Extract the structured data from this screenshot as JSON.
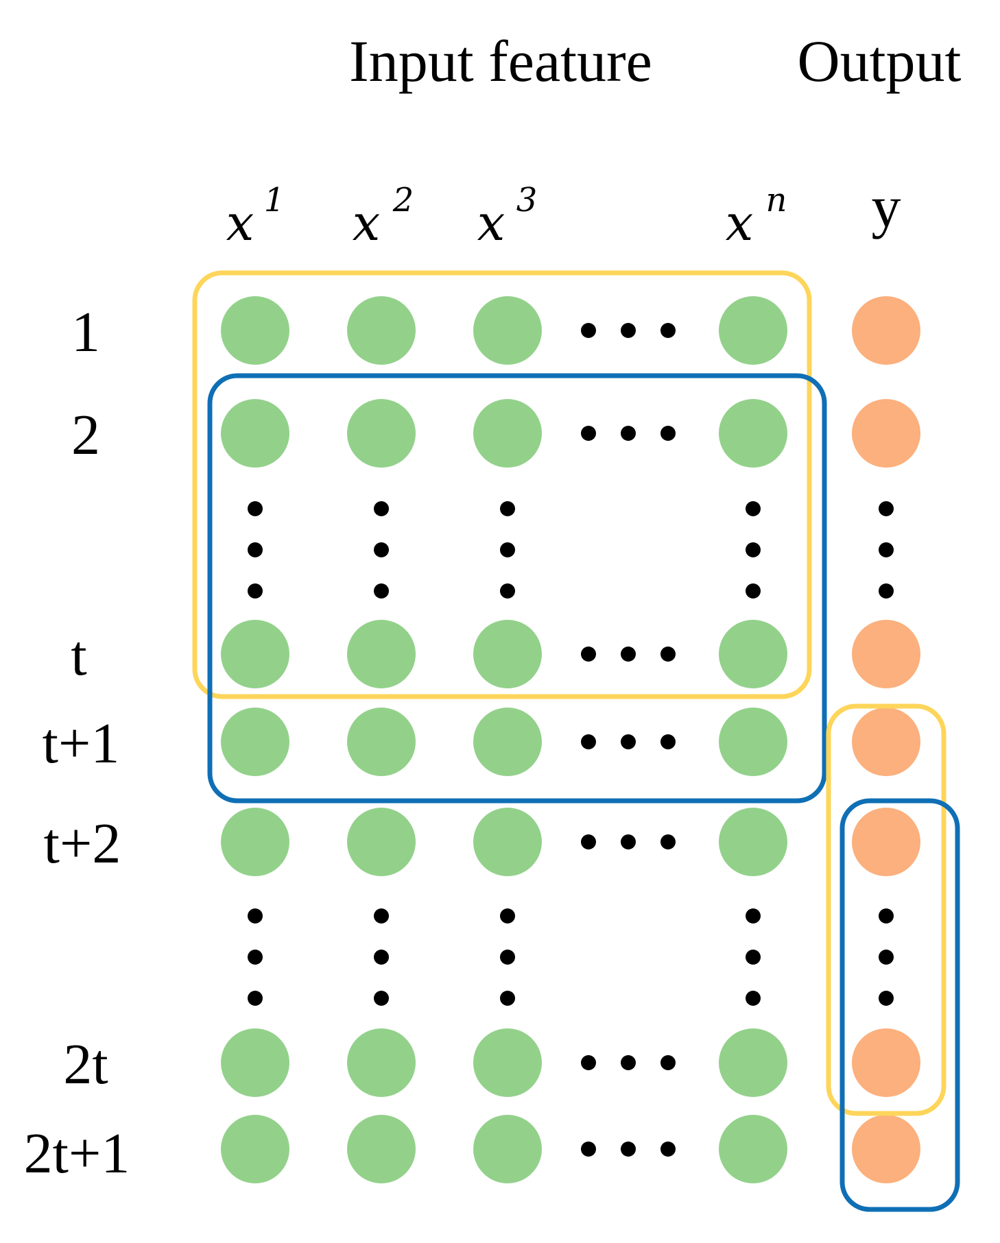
{
  "headers": {
    "input_feature": "Input feature",
    "output": "Output"
  },
  "columns": [
    {
      "base": "x",
      "superscript": "1"
    },
    {
      "base": "x",
      "superscript": "2"
    },
    {
      "base": "x",
      "superscript": "3"
    },
    {
      "base": "x",
      "superscript": "n"
    }
  ],
  "output_column": "y",
  "rows": [
    "1",
    "2",
    "t",
    "t+1",
    "t+2",
    "2t",
    "2t+1"
  ],
  "colors": {
    "input_node": "#93d18b",
    "output_node": "#fbb07d",
    "window_1": "#fdd55a",
    "window_2": "#0f6fb5",
    "ellipsis": "#000000"
  }
}
